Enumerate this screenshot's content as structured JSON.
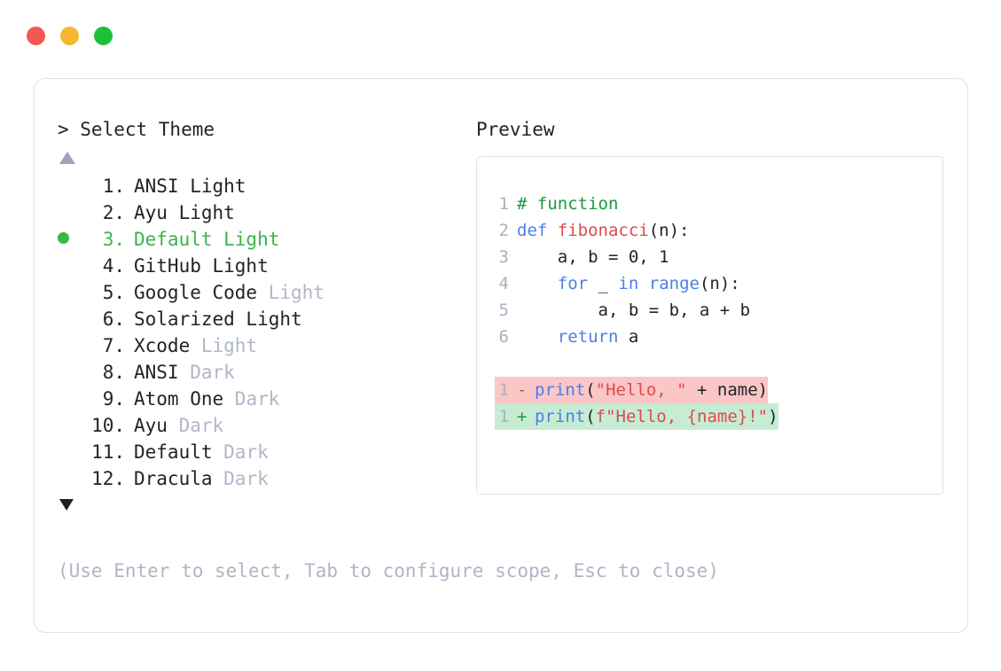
{
  "window": {
    "traffic_lights": [
      {
        "name": "close",
        "color": "#f2584f"
      },
      {
        "name": "minimize",
        "color": "#f5b82c"
      },
      {
        "name": "maximize",
        "color": "#1fbf3b"
      }
    ]
  },
  "prompt": {
    "title": "> Select Theme",
    "scroll_up_icon": "triangle-up",
    "scroll_down_icon": "triangle-down"
  },
  "preview": {
    "title": "Preview"
  },
  "themes": [
    {
      "index": "1.",
      "name": "ANSI Light",
      "suffix": "",
      "selected": false
    },
    {
      "index": "2.",
      "name": "Ayu Light",
      "suffix": "",
      "selected": false
    },
    {
      "index": "3.",
      "name": "Default Light",
      "suffix": "",
      "selected": true
    },
    {
      "index": "4.",
      "name": "GitHub Light",
      "suffix": "",
      "selected": false
    },
    {
      "index": "5.",
      "name": "Google Code",
      "suffix": " Light",
      "selected": false
    },
    {
      "index": "6.",
      "name": "Solarized Light",
      "suffix": "",
      "selected": false
    },
    {
      "index": "7.",
      "name": "Xcode",
      "suffix": " Light",
      "selected": false
    },
    {
      "index": "8.",
      "name": "ANSI",
      "suffix": " Dark",
      "selected": false
    },
    {
      "index": "9.",
      "name": "Atom One",
      "suffix": " Dark",
      "selected": false
    },
    {
      "index": "10.",
      "name": "Ayu",
      "suffix": " Dark",
      "selected": false
    },
    {
      "index": "11.",
      "name": "Default",
      "suffix": " Dark",
      "selected": false
    },
    {
      "index": "12.",
      "name": "Dracula",
      "suffix": " Dark",
      "selected": false
    }
  ],
  "code": {
    "lines": [
      {
        "number": "1",
        "tokens": [
          {
            "text": "# function",
            "type": "comment"
          }
        ]
      },
      {
        "number": "2",
        "tokens": [
          {
            "text": "def ",
            "type": "keyword"
          },
          {
            "text": "fibonacci",
            "type": "func"
          },
          {
            "text": "(n):",
            "type": "plain"
          }
        ]
      },
      {
        "number": "3",
        "tokens": [
          {
            "text": "    a, b = 0, 1",
            "type": "plain"
          }
        ]
      },
      {
        "number": "4",
        "tokens": [
          {
            "text": "    ",
            "type": "plain"
          },
          {
            "text": "for ",
            "type": "keyword"
          },
          {
            "text": "_ ",
            "type": "plain"
          },
          {
            "text": "in ",
            "type": "keyword"
          },
          {
            "text": "range",
            "type": "builtin"
          },
          {
            "text": "(n):",
            "type": "plain"
          }
        ]
      },
      {
        "number": "5",
        "tokens": [
          {
            "text": "        a, b = b, a + b",
            "type": "plain"
          }
        ]
      },
      {
        "number": "6",
        "tokens": [
          {
            "text": "    ",
            "type": "plain"
          },
          {
            "text": "return ",
            "type": "keyword"
          },
          {
            "text": "a",
            "type": "plain"
          }
        ]
      }
    ],
    "diff": [
      {
        "number": "1",
        "sign": "-",
        "kind": "removed",
        "background": "#fbc6c6",
        "tokens": [
          {
            "text": "print",
            "type": "builtin"
          },
          {
            "text": "(",
            "type": "plain"
          },
          {
            "text": "\"Hello, \"",
            "type": "string"
          },
          {
            "text": " + name)",
            "type": "plain"
          }
        ]
      },
      {
        "number": "1",
        "sign": "+",
        "kind": "added",
        "background": "#c6ecd3",
        "tokens": [
          {
            "text": "print",
            "type": "builtin"
          },
          {
            "text": "(",
            "type": "plain"
          },
          {
            "text": "f\"Hello, {name}!\"",
            "type": "string"
          },
          {
            "text": ")",
            "type": "plain"
          }
        ]
      }
    ]
  },
  "footer": {
    "hint": "(Use Enter to select, Tab to configure scope, Esc to close)"
  },
  "colors": {
    "selected_green": "#3cb54a",
    "muted_gray": "#b0b7c6",
    "text": "#20232a",
    "border": "#dfe2e9",
    "diff_removed_bg": "#fbc6c6",
    "diff_added_bg": "#c6ecd3"
  }
}
